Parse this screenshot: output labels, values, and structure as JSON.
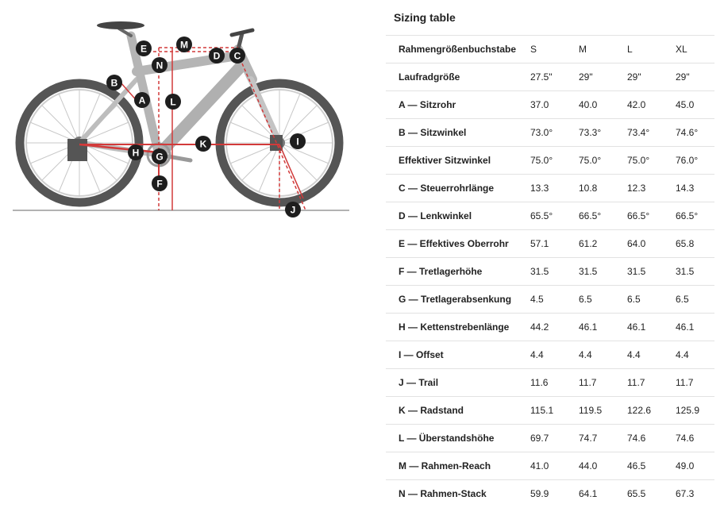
{
  "diagram": {
    "markers": [
      "A",
      "B",
      "C",
      "D",
      "E",
      "F",
      "G",
      "H",
      "I",
      "J",
      "K",
      "L",
      "M",
      "N"
    ],
    "colors": {
      "tire": "#555555",
      "frame": "#b8b8b8",
      "measure": "#d23a3a",
      "marker_bg": "#1e1e1e",
      "marker_text": "#ffffff",
      "ground": "#999999"
    }
  },
  "sizing_table": {
    "title": "Sizing table",
    "header": [
      "Rahmengrößenbuchstabe",
      "S",
      "M",
      "L",
      "XL"
    ],
    "rows": [
      [
        "Laufradgröße",
        "27.5\"",
        "29\"",
        "29\"",
        "29\""
      ],
      [
        "A — Sitzrohr",
        "37.0",
        "40.0",
        "42.0",
        "45.0"
      ],
      [
        "B — Sitzwinkel",
        "73.0°",
        "73.3°",
        "73.4°",
        "74.6°"
      ],
      [
        "Effektiver Sitzwinkel",
        "75.0°",
        "75.0°",
        "75.0°",
        "76.0°"
      ],
      [
        "C — Steuerrohrlänge",
        "13.3",
        "10.8",
        "12.3",
        "14.3"
      ],
      [
        "D — Lenkwinkel",
        "65.5°",
        "66.5°",
        "66.5°",
        "66.5°"
      ],
      [
        "E — Effektives Oberrohr",
        "57.1",
        "61.2",
        "64.0",
        "65.8"
      ],
      [
        "F — Tretlagerhöhe",
        "31.5",
        "31.5",
        "31.5",
        "31.5"
      ],
      [
        "G — Tretlagerabsenkung",
        "4.5",
        "6.5",
        "6.5",
        "6.5"
      ],
      [
        "H — Kettenstrebenlänge",
        "44.2",
        "46.1",
        "46.1",
        "46.1"
      ],
      [
        "I — Offset",
        "4.4",
        "4.4",
        "4.4",
        "4.4"
      ],
      [
        "J — Trail",
        "11.6",
        "11.7",
        "11.7",
        "11.7"
      ],
      [
        "K — Radstand",
        "115.1",
        "119.5",
        "122.6",
        "125.9"
      ],
      [
        "L — Überstandshöhe",
        "69.7",
        "74.7",
        "74.6",
        "74.6"
      ],
      [
        "M — Rahmen-Reach",
        "41.0",
        "44.0",
        "46.5",
        "49.0"
      ],
      [
        "N — Rahmen-Stack",
        "59.9",
        "64.1",
        "65.5",
        "67.3"
      ]
    ]
  }
}
